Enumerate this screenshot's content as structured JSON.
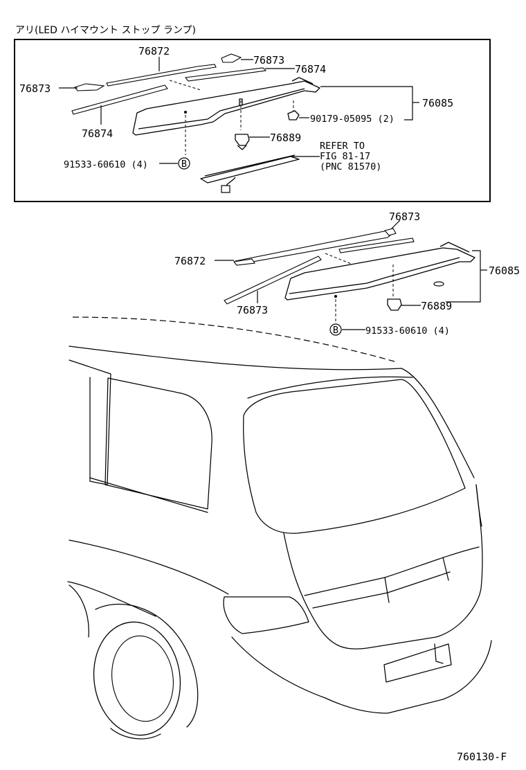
{
  "header": {
    "title": "アリ(LED ハイマウント ストップ ランプ)"
  },
  "box": {
    "parts": {
      "p76872": "76872",
      "p76873_top": "76873",
      "p76874_top": "76874",
      "p76873_left": "76873",
      "p76874_bottom": "76874",
      "p76085": "76085",
      "p90179": "90179-05095 (2)",
      "p76889": "76889",
      "p91533": "91533-60610 (4)",
      "bolt_ref": "B"
    },
    "refer": {
      "line1": "REFER TO",
      "line2": "FIG 81-17",
      "line3": "(PNC 81570)"
    }
  },
  "lower": {
    "parts": {
      "p76873_top": "76873",
      "p76872": "76872",
      "p76085": "76085",
      "p76873_bottom": "76873",
      "p76889": "76889",
      "p91533": "91533-60610 (4)",
      "bolt_ref": "B"
    }
  },
  "footer": {
    "figure_code": "760130-F"
  }
}
